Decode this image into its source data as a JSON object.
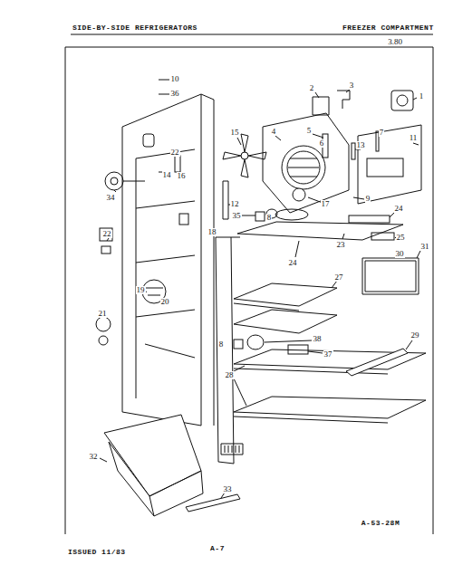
{
  "diagram": {
    "title": "SIDE-BY-SIDE REFRIGERATORS",
    "labels": [
      "FREEZER COMPARTMENT",
      "3.80",
      "10",
      "36",
      "2",
      "3",
      "1",
      "15",
      "4",
      "5",
      "6",
      "13",
      "7",
      "11",
      "22",
      "14",
      "16",
      "34",
      "12",
      "17",
      "9",
      "35",
      "8",
      "24",
      "18",
      "23",
      "25",
      "31",
      "30",
      "24",
      "22",
      "19",
      "20",
      "27",
      "21",
      "8",
      "38",
      "37",
      "29",
      "28",
      "32",
      "33",
      "A-53-28M",
      "ISSUED 11/83",
      "A-7"
    ]
  }
}
